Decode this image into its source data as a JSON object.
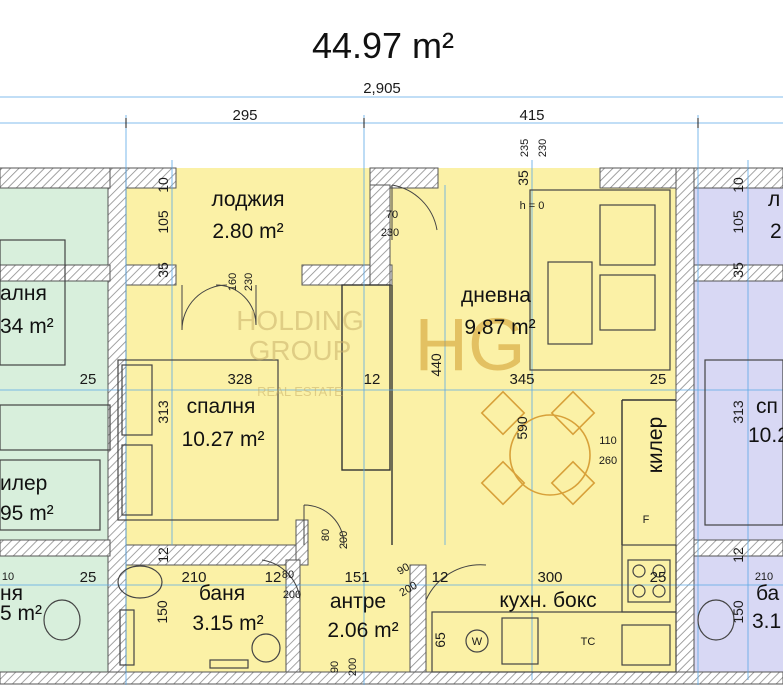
{
  "plan": {
    "total_area": "44.97 m²",
    "overall_dimension": "2,905",
    "top_dimensions": [
      "295",
      "415"
    ],
    "rooms": {
      "loggia": {
        "name": "лоджия",
        "area": "2.80 m²"
      },
      "living": {
        "name": "дневна",
        "area": "9.87 m²"
      },
      "bedroom": {
        "name": "спалня",
        "area": "10.27 m²"
      },
      "bathroom": {
        "name": "баня",
        "area": "3.15 m²"
      },
      "hall": {
        "name": "антре",
        "area": "2.06 m²"
      },
      "kitchen": {
        "name": "кухн. бокс"
      },
      "closet": {
        "name": "килер"
      },
      "left_bedroom": {
        "name": "алня",
        "area": "34 m²"
      },
      "left_closet": {
        "name": "илер",
        "area": "95 m²"
      },
      "left_bath": {
        "name": "ня",
        "area": "5 m²"
      },
      "right_loggia": {
        "name": "л",
        "area": "2"
      },
      "right_bedroom": {
        "name": "сп",
        "area": "10.2"
      },
      "right_bath": {
        "name": "ба",
        "area": "3.1"
      }
    },
    "dims": {
      "d10": "10",
      "d105": "105",
      "d35": "35",
      "d160": "160",
      "d230": "230",
      "d235": "235",
      "d70": "70",
      "d328": "328",
      "d12": "12",
      "d440": "440",
      "d345": "345",
      "d25": "25",
      "d313": "313",
      "d590": "590",
      "d110": "110",
      "d260": "260",
      "d80": "80",
      "d200": "200",
      "d210": "210",
      "d151": "151",
      "d90": "90",
      "d300": "300",
      "d150": "150",
      "d65": "65",
      "h0": "h = 0",
      "tc": "TC",
      "w": "W",
      "f": "F"
    },
    "watermark": {
      "line1": "HOLDING",
      "line2": "GROUP",
      "line3": "REAL ESTATE",
      "monogram": "HG"
    },
    "colors": {
      "main_unit": "#fbf1a6",
      "left_unit": "#d8efdc",
      "right_unit": "#d8d8f4",
      "guide_lines": "#5aa8e6",
      "wall_hatch": "#8c8c8c"
    }
  }
}
